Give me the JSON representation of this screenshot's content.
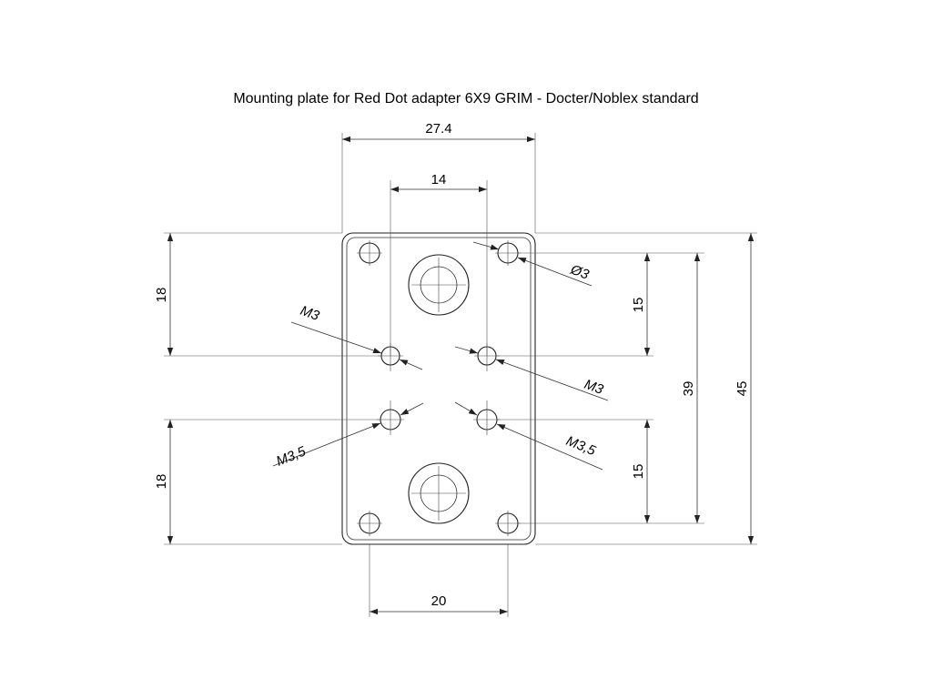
{
  "title": "Mounting plate for Red Dot adapter 6X9 GRIM - Docter/Noblex standard",
  "dimensions": {
    "plate_width": "27.4",
    "inner_spacing": "14",
    "bottom_spacing": "20",
    "left_top": "18",
    "left_bottom": "18",
    "right_top": "15",
    "right_bottom": "15",
    "height_39": "39",
    "height_45": "45"
  },
  "callouts": {
    "hole_diameter": "Ø3",
    "thread_left_upper": "M3",
    "thread_right_upper": "M3",
    "thread_left_lower": "M3,5",
    "thread_right_lower": "M3,5"
  },
  "colors": {
    "line": "#222222",
    "background": "#ffffff"
  }
}
